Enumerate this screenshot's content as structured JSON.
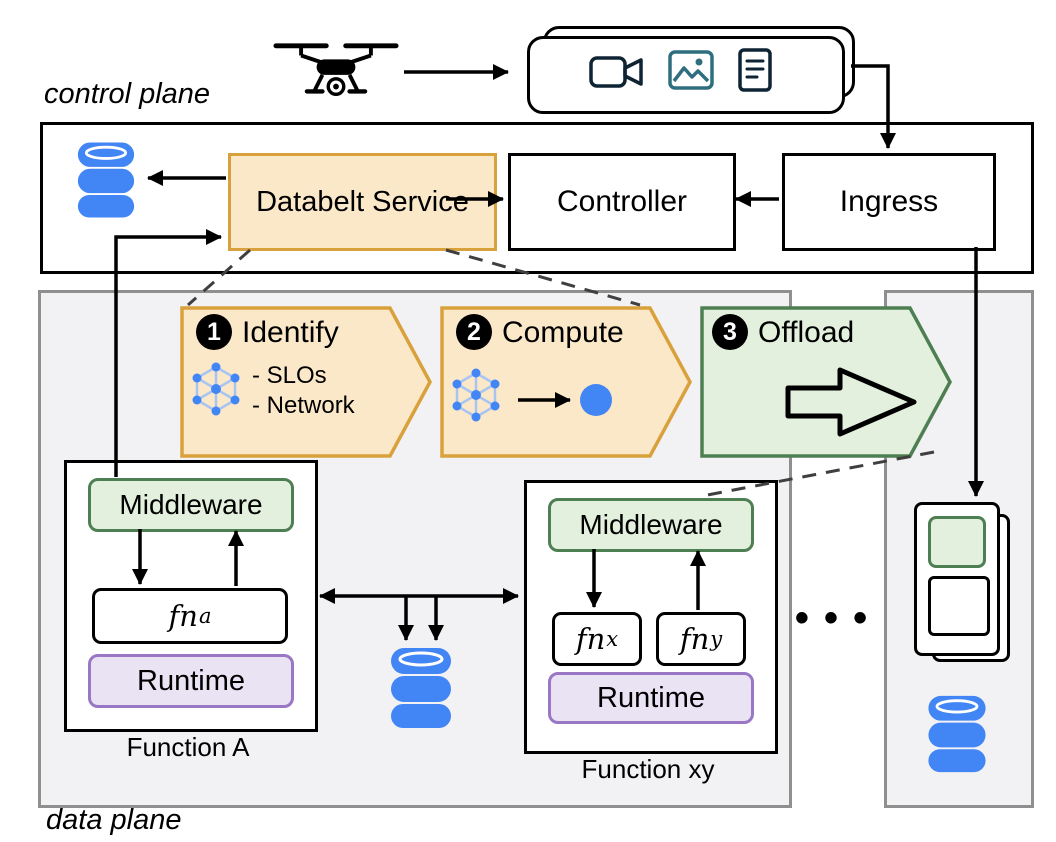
{
  "planes": {
    "control": {
      "label": "control plane"
    },
    "data": {
      "label": "data plane"
    }
  },
  "control_plane": {
    "databelt_service_label": "Databelt Service",
    "controller_label": "Controller",
    "ingress_label": "Ingress"
  },
  "pipeline_steps": [
    {
      "num": "1",
      "label": "Identify",
      "bullets": [
        "- SLOs",
        "- Network"
      ]
    },
    {
      "num": "2",
      "label": "Compute",
      "bullets": []
    },
    {
      "num": "3",
      "label": "Offload",
      "bullets": []
    }
  ],
  "function_a": {
    "middleware_label": "Middleware",
    "fn_base": "fn",
    "fn_sub": "a",
    "runtime_label": "Runtime",
    "caption": "Function A"
  },
  "function_xy": {
    "middleware_label": "Middleware",
    "fnx_base": "fn",
    "fnx_sub": "x",
    "fny_base": "fn",
    "fny_sub": "y",
    "runtime_label": "Runtime",
    "caption": "Function xy"
  },
  "ellipsis": "• • •",
  "icons": {
    "drone": "drone-icon",
    "video": "video-camera-icon",
    "image": "image-icon",
    "document": "document-icon",
    "database": "database-icon",
    "graph": "network-graph-icon",
    "offload_arrow": "offload-arrow-icon"
  },
  "colors": {
    "orange_border": "#D9A13B",
    "orange_fill": "#FBE8C9",
    "green_border": "#4E7F52",
    "green_fill": "#E3F0DE",
    "purple_border": "#9A77C4",
    "purple_fill": "#EAE3F4",
    "blue": "#4285F4",
    "blue_edge": "#A8C4F2",
    "plane_fill": "#F2F2F4",
    "plane_border": "#8F8F8F"
  }
}
